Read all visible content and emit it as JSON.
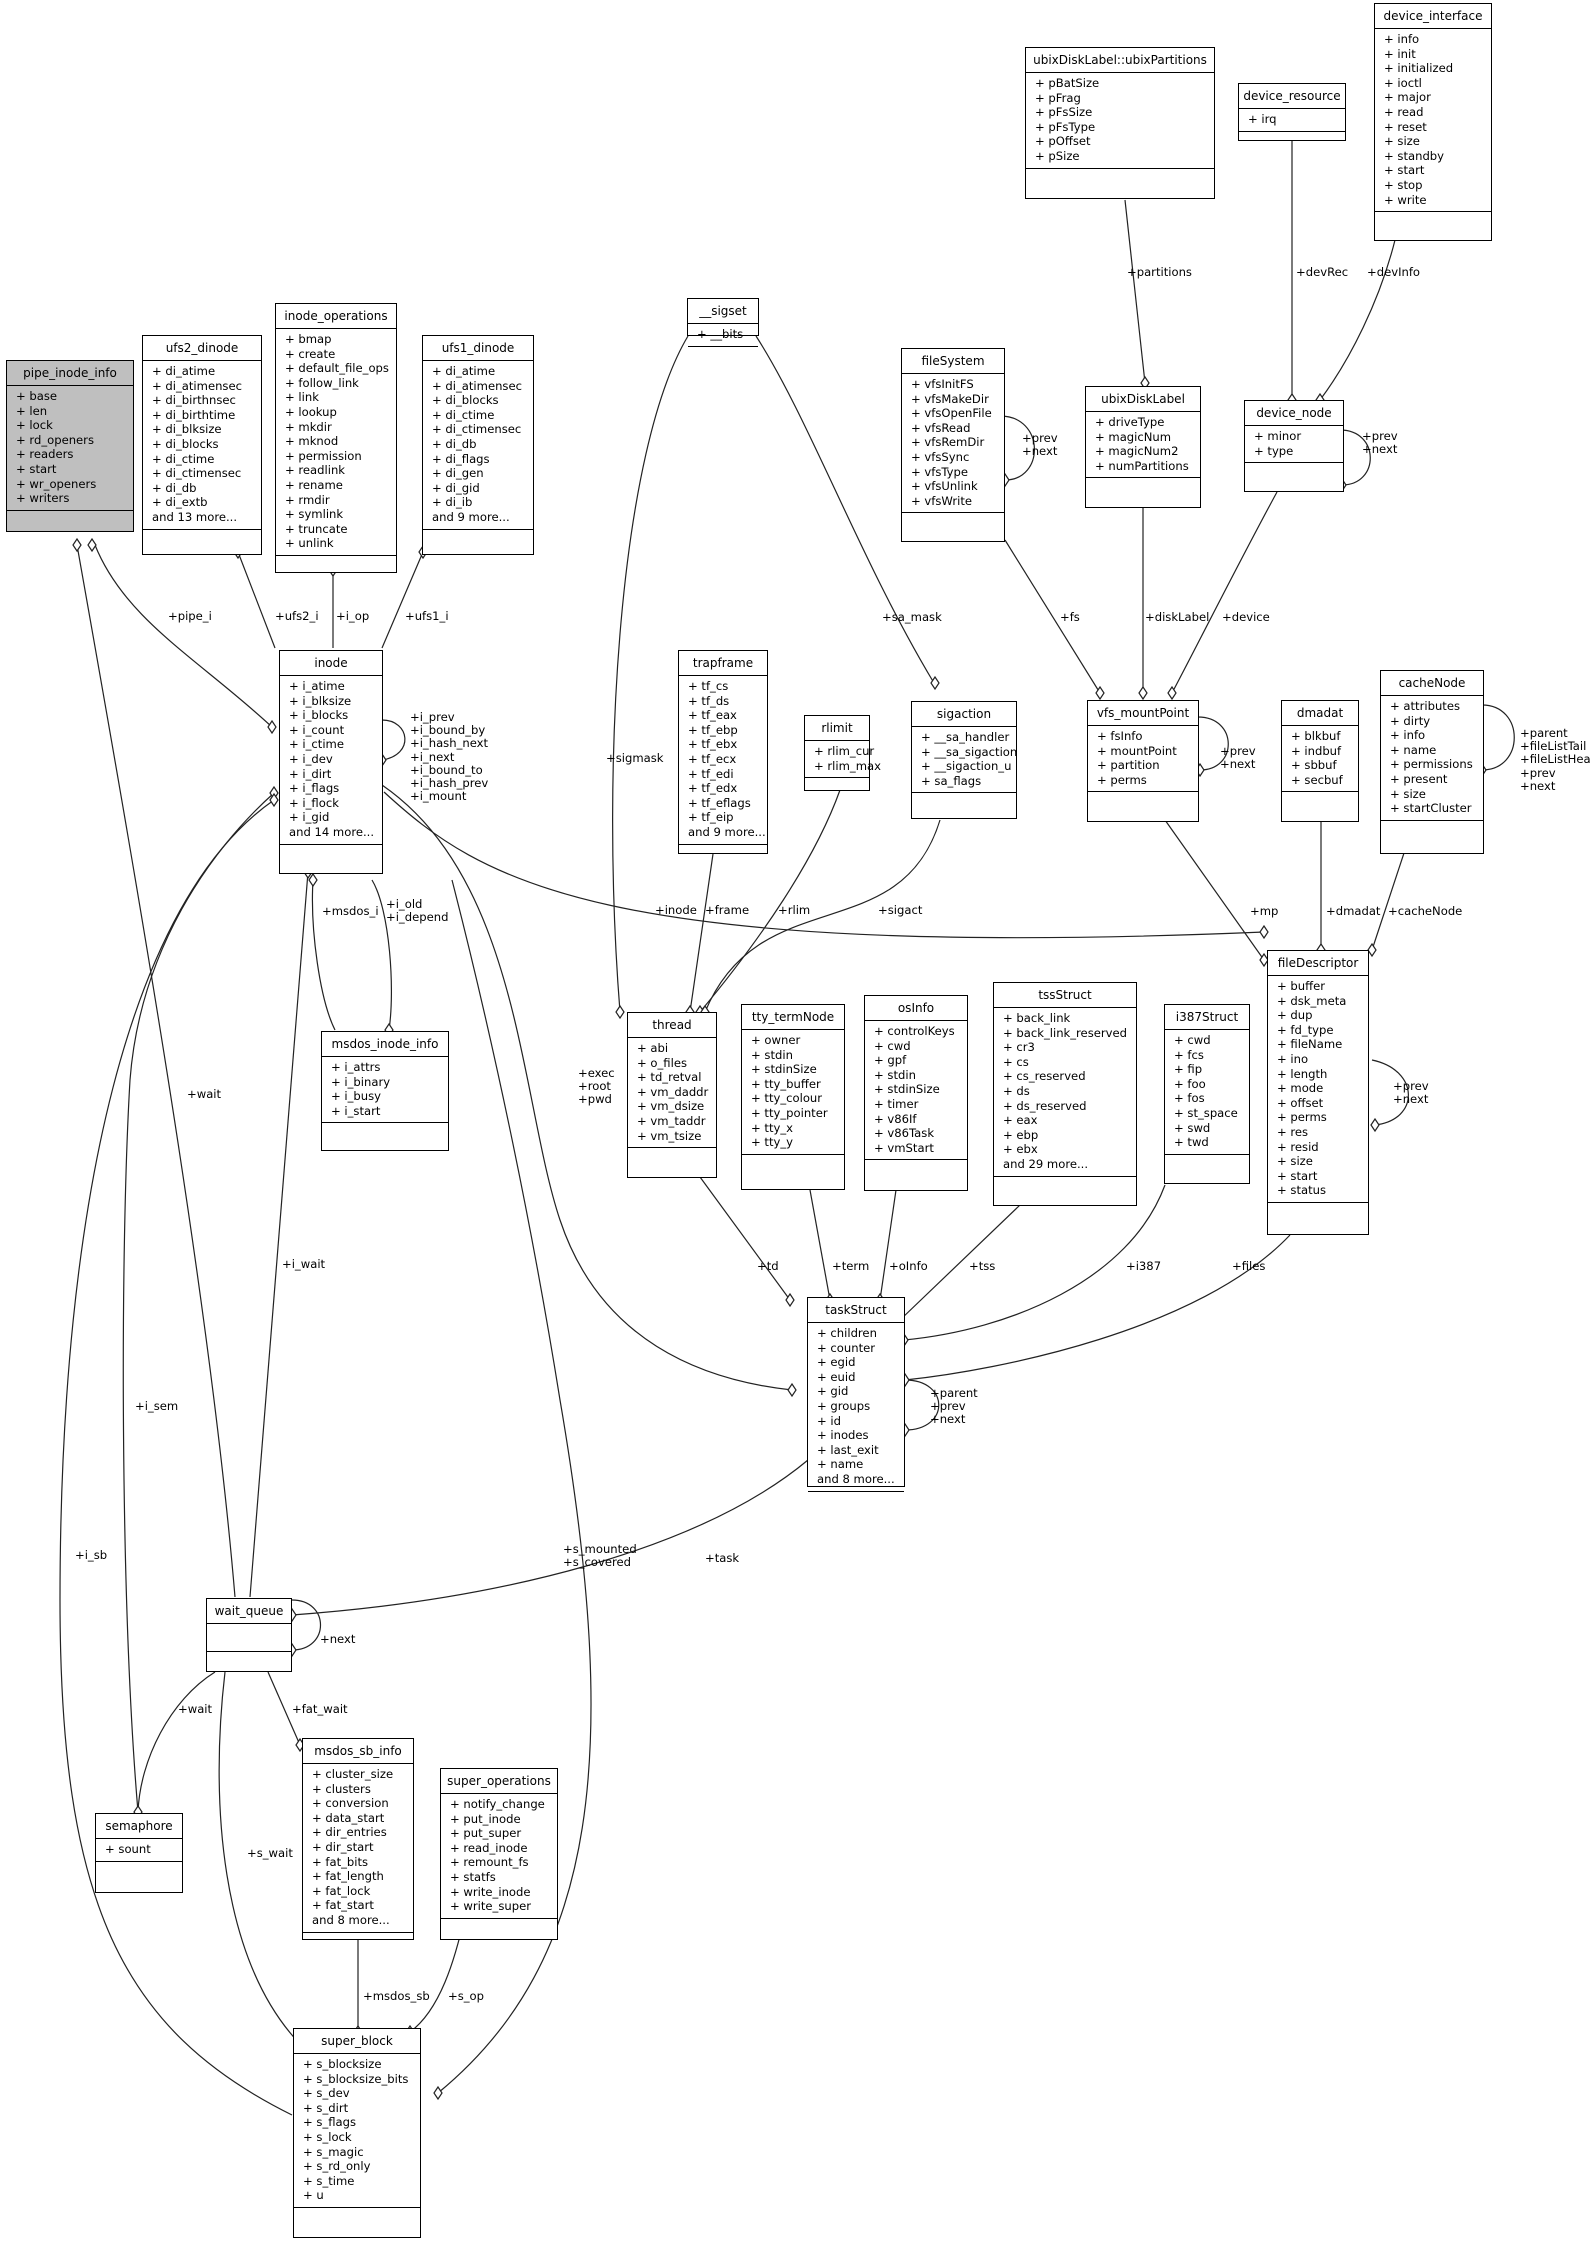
{
  "nodes": {
    "pipe_inode_info": {
      "title": "pipe_inode_info",
      "members": [
        "+ base",
        "+ len",
        "+ lock",
        "+ rd_openers",
        "+ readers",
        "+ start",
        "+ wr_openers",
        "+ writers"
      ]
    },
    "ufs2_dinode": {
      "title": "ufs2_dinode",
      "members": [
        "+ di_atime",
        "+ di_atimensec",
        "+ di_birthnsec",
        "+ di_birthtime",
        "+ di_blksize",
        "+ di_blocks",
        "+ di_ctime",
        "+ di_ctimensec",
        "+ di_db",
        "+ di_extb",
        "and 13 more..."
      ]
    },
    "inode_operations": {
      "title": "inode_operations",
      "members": [
        "+ bmap",
        "+ create",
        "+ default_file_ops",
        "+ follow_link",
        "+ link",
        "+ lookup",
        "+ mkdir",
        "+ mknod",
        "+ permission",
        "+ readlink",
        "+ rename",
        "+ rmdir",
        "+ symlink",
        "+ truncate",
        "+ unlink"
      ]
    },
    "ufs1_dinode": {
      "title": "ufs1_dinode",
      "members": [
        "+ di_atime",
        "+ di_atimensec",
        "+ di_blocks",
        "+ di_ctime",
        "+ di_ctimensec",
        "+ di_db",
        "+ di_flags",
        "+ di_gen",
        "+ di_gid",
        "+ di_ib",
        "and 9 more..."
      ]
    },
    "inode": {
      "title": "inode",
      "members": [
        "+ i_atime",
        "+ i_blksize",
        "+ i_blocks",
        "+ i_count",
        "+ i_ctime",
        "+ i_dev",
        "+ i_dirt",
        "+ i_flags",
        "+ i_flock",
        "+ i_gid",
        "and 14 more..."
      ]
    },
    "msdos_inode_info": {
      "title": "msdos_inode_info",
      "members": [
        "+ i_attrs",
        "+ i_binary",
        "+ i_busy",
        "+ i_start"
      ]
    },
    "sigset": {
      "title": "__sigset",
      "members": [
        "+ __bits"
      ]
    },
    "trapframe": {
      "title": "trapframe",
      "members": [
        "+ tf_cs",
        "+ tf_ds",
        "+ tf_eax",
        "+ tf_ebp",
        "+ tf_ebx",
        "+ tf_ecx",
        "+ tf_edi",
        "+ tf_edx",
        "+ tf_eflags",
        "+ tf_eip",
        "and 9 more..."
      ]
    },
    "rlimit": {
      "title": "rlimit",
      "members": [
        "+ rlim_cur",
        "+ rlim_max"
      ]
    },
    "sigaction": {
      "title": "sigaction",
      "members": [
        "+ __sa_handler",
        "+ __sa_sigaction",
        "+ __sigaction_u",
        "+ sa_flags"
      ]
    },
    "fileSystem": {
      "title": "fileSystem",
      "members": [
        "+ vfsInitFS",
        "+ vfsMakeDir",
        "+ vfsOpenFile",
        "+ vfsRead",
        "+ vfsRemDir",
        "+ vfsSync",
        "+ vfsType",
        "+ vfsUnlink",
        "+ vfsWrite"
      ]
    },
    "ubixPartitions": {
      "title": "ubixDiskLabel::ubixPartitions",
      "members": [
        "+ pBatSize",
        "+ pFrag",
        "+ pFsSize",
        "+ pFsType",
        "+ pOffset",
        "+ pSize"
      ]
    },
    "ubixDiskLabel": {
      "title": "ubixDiskLabel",
      "members": [
        "+ driveType",
        "+ magicNum",
        "+ magicNum2",
        "+ numPartitions"
      ]
    },
    "device_resource": {
      "title": "device_resource",
      "members": [
        "+ irq"
      ]
    },
    "device_interface": {
      "title": "device_interface",
      "members": [
        "+ info",
        "+ init",
        "+ initialized",
        "+ ioctl",
        "+ major",
        "+ read",
        "+ reset",
        "+ size",
        "+ standby",
        "+ start",
        "+ stop",
        "+ write"
      ]
    },
    "device_node": {
      "title": "device_node",
      "members": [
        "+ minor",
        "+ type"
      ]
    },
    "vfs_mountPoint": {
      "title": "vfs_mountPoint",
      "members": [
        "+ fsInfo",
        "+ mountPoint",
        "+ partition",
        "+ perms"
      ]
    },
    "dmadat": {
      "title": "dmadat",
      "members": [
        "+ blkbuf",
        "+ indbuf",
        "+ sbbuf",
        "+ secbuf"
      ]
    },
    "cacheNode": {
      "title": "cacheNode",
      "members": [
        "+ attributes",
        "+ dirty",
        "+ info",
        "+ name",
        "+ permissions",
        "+ present",
        "+ size",
        "+ startCluster"
      ]
    },
    "fileDescriptor": {
      "title": "fileDescriptor",
      "members": [
        "+ buffer",
        "+ dsk_meta",
        "+ dup",
        "+ fd_type",
        "+ fileName",
        "+ ino",
        "+ length",
        "+ mode",
        "+ offset",
        "+ perms",
        "+ res",
        "+ resid",
        "+ size",
        "+ start",
        "+ status"
      ]
    },
    "thread": {
      "title": "thread",
      "members": [
        "+ abi",
        "+ o_files",
        "+ td_retval",
        "+ vm_daddr",
        "+ vm_dsize",
        "+ vm_taddr",
        "+ vm_tsize"
      ]
    },
    "tty_termNode": {
      "title": "tty_termNode",
      "members": [
        "+ owner",
        "+ stdin",
        "+ stdinSize",
        "+ tty_buffer",
        "+ tty_colour",
        "+ tty_pointer",
        "+ tty_x",
        "+ tty_y"
      ]
    },
    "osInfo": {
      "title": "osInfo",
      "members": [
        "+ controlKeys",
        "+ cwd",
        "+ gpf",
        "+ stdin",
        "+ stdinSize",
        "+ timer",
        "+ v86If",
        "+ v86Task",
        "+ vmStart"
      ]
    },
    "tssStruct": {
      "title": "tssStruct",
      "members": [
        "+ back_link",
        "+ back_link_reserved",
        "+ cr3",
        "+ cs",
        "+ cs_reserved",
        "+ ds",
        "+ ds_reserved",
        "+ eax",
        "+ ebp",
        "+ ebx",
        "and 29 more..."
      ]
    },
    "i387Struct": {
      "title": "i387Struct",
      "members": [
        "+ cwd",
        "+ fcs",
        "+ fip",
        "+ foo",
        "+ fos",
        "+ st_space",
        "+ swd",
        "+ twd"
      ]
    },
    "taskStruct": {
      "title": "taskStruct",
      "members": [
        "+ children",
        "+ counter",
        "+ egid",
        "+ euid",
        "+ gid",
        "+ groups",
        "+ id",
        "+ inodes",
        "+ last_exit",
        "+ name",
        "and 8 more..."
      ]
    },
    "wait_queue": {
      "title": "wait_queue",
      "members": []
    },
    "semaphore": {
      "title": "semaphore",
      "members": [
        "+ sount"
      ]
    },
    "msdos_sb_info": {
      "title": "msdos_sb_info",
      "members": [
        "+ cluster_size",
        "+ clusters",
        "+ conversion",
        "+ data_start",
        "+ dir_entries",
        "+ dir_start",
        "+ fat_bits",
        "+ fat_length",
        "+ fat_lock",
        "+ fat_start",
        "and 8 more..."
      ]
    },
    "super_operations": {
      "title": "super_operations",
      "members": [
        "+ notify_change",
        "+ put_inode",
        "+ put_super",
        "+ read_inode",
        "+ remount_fs",
        "+ statfs",
        "+ write_inode",
        "+ write_super"
      ]
    },
    "super_block": {
      "title": "super_block",
      "members": [
        "+ s_blocksize",
        "+ s_blocksize_bits",
        "+ s_dev",
        "+ s_dirt",
        "+ s_flags",
        "+ s_lock",
        "+ s_magic",
        "+ s_rd_only",
        "+ s_time",
        "+ u"
      ]
    }
  },
  "labels": {
    "pipe_i": "+pipe_i",
    "ufs2_i": "+ufs2_i",
    "i_op": "+i_op",
    "ufs1_i": "+ufs1_i",
    "inode_self": [
      "+i_prev",
      "+i_bound_by",
      "+i_hash_next",
      "+i_next",
      "+i_bound_to",
      "+i_hash_prev",
      "+i_mount"
    ],
    "msdos_i": "+msdos_i",
    "i_old": [
      "+i_old",
      "+i_depend"
    ],
    "sigmask": "+sigmask",
    "sa_mask": "+sa_mask",
    "frame": "+frame",
    "rlim": "+rlim",
    "sigact": "+sigact",
    "inode": "+inode",
    "partitions": "+partitions",
    "fs": "+fs",
    "diskLabel": "+diskLabel",
    "device": "+device",
    "devRec": "+devRec",
    "devInfo": "+devInfo",
    "fs_self": [
      "+prev",
      "+next"
    ],
    "dn_self": [
      "+prev",
      "+next"
    ],
    "vmp_self": [
      "+prev",
      "+next"
    ],
    "cache_self": [
      "+parent",
      "+fileListTail",
      "+fileListHead",
      "+prev",
      "+next"
    ],
    "mp": "+mp",
    "dmadat": "+dmadat",
    "cacheNode": "+cacheNode",
    "fd_self": [
      "+prev",
      "+next"
    ],
    "exec": [
      "+exec",
      "+root",
      "+pwd"
    ],
    "wait": "+wait",
    "i_wait": "+i_wait",
    "i_sem": "+i_sem",
    "i_sb": "+i_sb",
    "td": "+td",
    "term": "+term",
    "oInfo": "+oInfo",
    "tss": "+tss",
    "i387": "+i387",
    "files": "+files",
    "task_self": [
      "+parent",
      "+prev",
      "+next"
    ],
    "s_mounted": [
      "+s_mounted",
      "+s_covered"
    ],
    "task": "+task",
    "wq_next": "+next",
    "wait2": "+wait",
    "fat_wait": "+fat_wait",
    "s_wait": "+s_wait",
    "msdos_sb": "+msdos_sb",
    "s_op": "+s_op"
  }
}
